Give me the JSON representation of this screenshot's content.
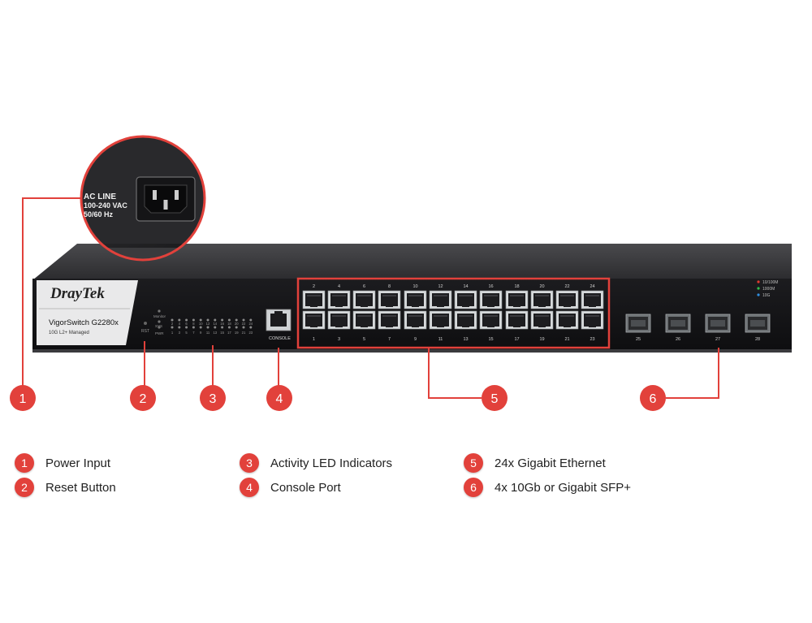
{
  "device": {
    "brand": "DrayTek",
    "model": "VigorSwitch G2280x",
    "subtitle": "10G L2+ Managed",
    "rst_label": "RST",
    "monitor_label": "Monitor",
    "sys_label": "SYS",
    "pwr_label": "PWR",
    "console_label": "CONSOLE",
    "led_top_numbers": [
      "2",
      "4",
      "6",
      "8",
      "10",
      "12",
      "14",
      "16",
      "18",
      "20",
      "22",
      "24"
    ],
    "led_bottom_numbers": [
      "1",
      "3",
      "5",
      "7",
      "9",
      "11",
      "13",
      "15",
      "17",
      "19",
      "21",
      "23"
    ],
    "port_top_numbers": [
      "2",
      "4",
      "6",
      "8",
      "10",
      "12",
      "14",
      "16",
      "18",
      "20",
      "22",
      "24"
    ],
    "port_bottom_numbers": [
      "1",
      "3",
      "5",
      "7",
      "9",
      "11",
      "13",
      "15",
      "17",
      "19",
      "21",
      "23"
    ],
    "sfp_numbers": [
      "25",
      "26",
      "27",
      "28"
    ],
    "speed_legend": [
      {
        "label": "10/100M",
        "color": "#e03a2f"
      },
      {
        "label": "1000M",
        "color": "#2fbf4a"
      },
      {
        "label": "10G",
        "color": "#2f8fe0"
      }
    ]
  },
  "power_inset": {
    "line1": "AC LINE",
    "line2": "100-240 VAC",
    "line3": "50/60 Hz"
  },
  "callouts": [
    "1",
    "2",
    "3",
    "4",
    "5",
    "6"
  ],
  "legend": [
    {
      "num": "1",
      "label": "Power Input"
    },
    {
      "num": "2",
      "label": "Reset Button"
    },
    {
      "num": "3",
      "label": "Activity LED Indicators"
    },
    {
      "num": "4",
      "label": "Console Port"
    },
    {
      "num": "5",
      "label": "24x Gigabit Ethernet"
    },
    {
      "num": "6",
      "label": "4x 10Gb or Gigabit SFP+"
    }
  ],
  "colors": {
    "accent": "#e2413b",
    "chassis": "#2a2a2c",
    "panel": "#141416",
    "label_plate": "#e9e9ea"
  }
}
